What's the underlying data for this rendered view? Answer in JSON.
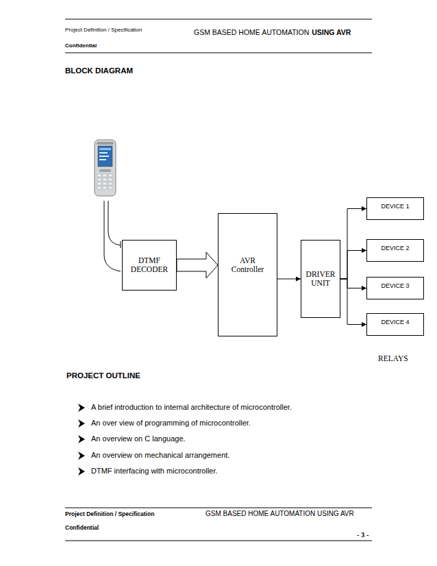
{
  "diagram": {
    "title": "BLOCK DIAGRAM",
    "nodes": [
      {
        "text": [
          "DTMF DECODER"
        ]
      },
      {
        "text": [
          "AVR Controller"
        ]
      },
      {
        "text": [
          "DRIVER UNIT"
        ]
      },
      {
        "text": [
          "DEVICE 1"
        ]
      },
      {
        "text": [
          "DEVICE 2"
        ]
      },
      {
        "text": [
          "DEVICE 3"
        ]
      },
      {
        "text": [
          "DEVICE 4"
        ]
      }
    ],
    "edges": [
      {
        "from": 0,
        "to": 1,
        "arrow": "to"
      },
      {
        "from": 1,
        "to": 2,
        "arrow": "to"
      },
      {
        "from": 2,
        "to": 3,
        "arrow": "to"
      },
      {
        "from": 2,
        "to": 4,
        "arrow": "to"
      },
      {
        "from": 2,
        "to": 5,
        "arrow": "to"
      },
      {
        "from": 2,
        "to": 6,
        "arrow": "to"
      }
    ],
    "labels": [
      "Project Definition / Specification",
      "GSM BASED HOME AUTOMATION",
      "USING AVR",
      "Confidential",
      "RELAYS",
      "PROJECT OUTLINE",
      "A brief introduction to internal architecture of microcontroller.",
      "An over view of programming of microcontroller.",
      "An overview on C language.",
      "An overview on mechanical arrangement.",
      "DTMF interfacing with microcontroller.",
      "Project Definition / Specification",
      "GSM BASED HOME AUTOMATION USING AVR",
      "Confidential",
      "- 3 -"
    ]
  }
}
